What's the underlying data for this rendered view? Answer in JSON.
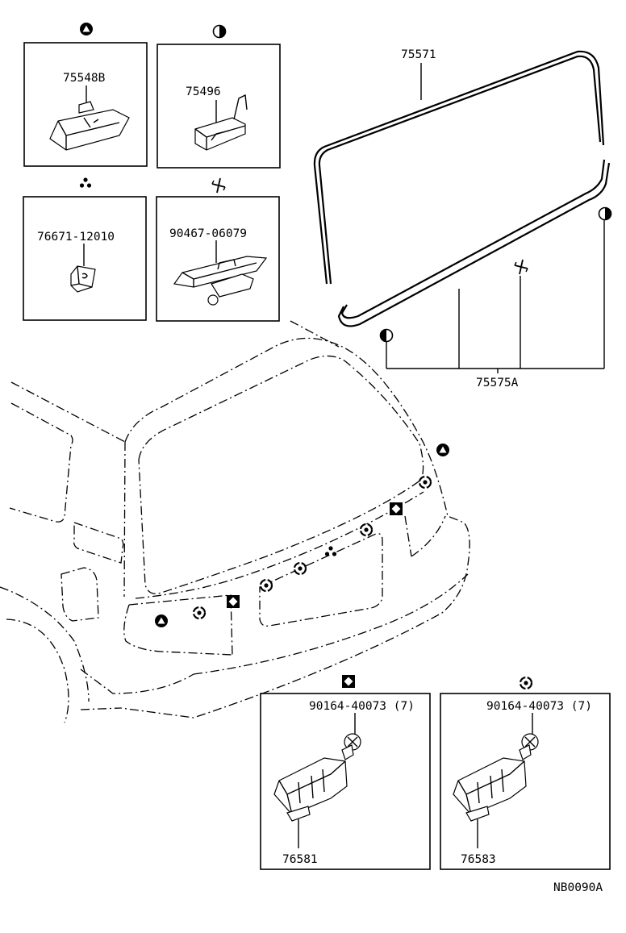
{
  "diagram": {
    "drawing_code": "NB0090A",
    "parts": {
      "p75548B": "75548B",
      "p75496": "75496",
      "p76671": "76671-12010",
      "p90467": "90467-06079",
      "p75571": "75571",
      "p75575A": "75575A",
      "p90164_a": "90164-40073 (7)",
      "p90164_b": "90164-40073 (7)",
      "p76581": "76581",
      "p76583": "76583"
    },
    "symbols": {
      "triangle": "triangle-in-circle-symbol",
      "half_circle": "half-filled-circle-symbol",
      "three_dots": "three-dots-symbol",
      "pinwheel": "pinwheel-symbol",
      "diamond": "diamond-in-square-symbol",
      "ring": "ring-symbol"
    },
    "colors": {
      "ink": "#000000",
      "paper": "#ffffff"
    }
  }
}
